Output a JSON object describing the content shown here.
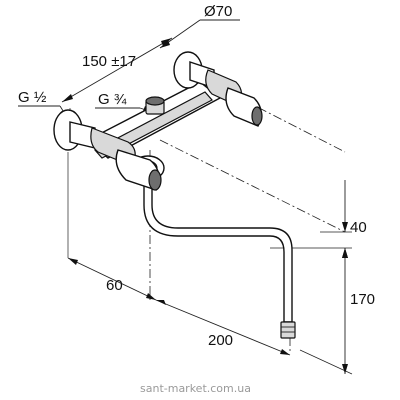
{
  "diagram": {
    "labels": {
      "diameter": "Ø70",
      "spacing": "150 ±17",
      "thread_inlet": "G ½",
      "thread_outlet": "G ¾",
      "offset": "60",
      "spout_length": "200",
      "spout_height": "170",
      "depth": "40"
    },
    "watermark": "sant-market.com.ua"
  }
}
